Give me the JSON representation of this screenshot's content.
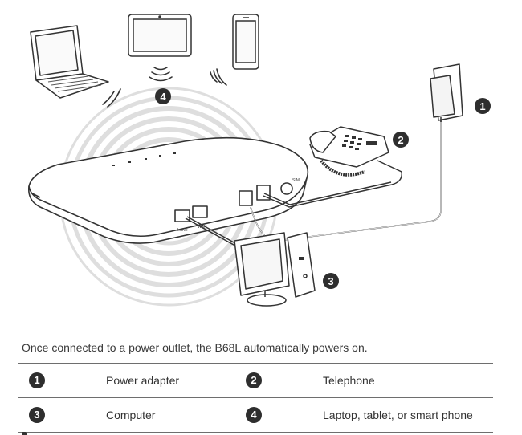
{
  "figure": {
    "device_labels": {
      "lan_port": "LAN2",
      "wan_port": "WAN",
      "sim_slot": "SIM"
    },
    "callouts": [
      "1",
      "2",
      "3",
      "4"
    ]
  },
  "caption": "Once connected to a power outlet, the B68L automatically powers on.",
  "legend": [
    {
      "num": "1",
      "label": "Power adapter"
    },
    {
      "num": "2",
      "label": "Telephone"
    },
    {
      "num": "3",
      "label": "Computer"
    },
    {
      "num": "4",
      "label": "Laptop, tablet, or smart phone"
    }
  ],
  "colors": {
    "line": "#3a3a3a",
    "badge": "#2e2e2e",
    "glow": "#d9d9d9"
  }
}
